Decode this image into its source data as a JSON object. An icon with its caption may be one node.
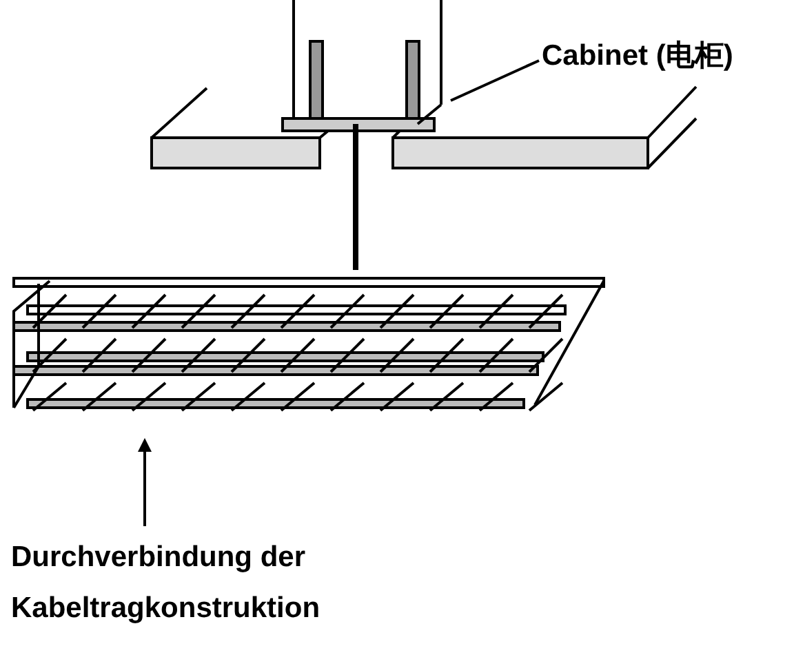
{
  "diagram": {
    "nodes": [
      {
        "text": [
          "Cabinet (电柜)"
        ]
      },
      {
        "text": [],
        "shape": "picture"
      },
      {
        "text": [
          "Durchverbindung der Kabeltragkonstruktion"
        ]
      },
      {
        "text": [],
        "shape": "picture"
      }
    ],
    "edges": [
      {
        "from": 0,
        "to": 1,
        "arrow": "none"
      },
      {
        "from": 1,
        "to": 3,
        "arrow": "none",
        "style": "thick"
      },
      {
        "from": 2,
        "to": 3,
        "arrow": "to"
      }
    ]
  }
}
